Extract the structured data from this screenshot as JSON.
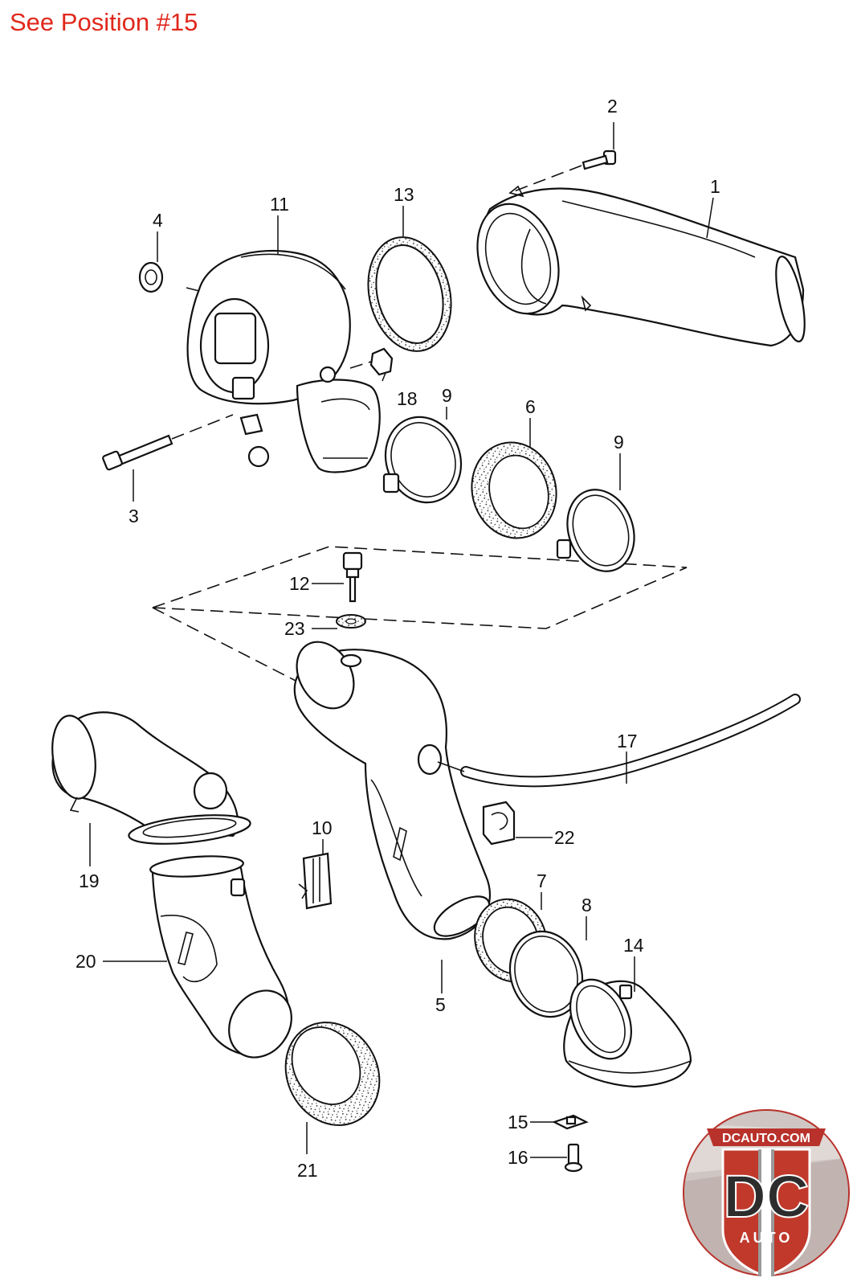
{
  "header": {
    "note": "See Position #15"
  },
  "callouts": [
    {
      "id": "1",
      "label": "1"
    },
    {
      "id": "2",
      "label": "2"
    },
    {
      "id": "3",
      "label": "3"
    },
    {
      "id": "4",
      "label": "4"
    },
    {
      "id": "5",
      "label": "5"
    },
    {
      "id": "6",
      "label": "6"
    },
    {
      "id": "7",
      "label": "7"
    },
    {
      "id": "8",
      "label": "8"
    },
    {
      "id": "9a",
      "label": "9"
    },
    {
      "id": "9b",
      "label": "9"
    },
    {
      "id": "10",
      "label": "10"
    },
    {
      "id": "11",
      "label": "11"
    },
    {
      "id": "12",
      "label": "12"
    },
    {
      "id": "13",
      "label": "13"
    },
    {
      "id": "14",
      "label": "14"
    },
    {
      "id": "15",
      "label": "15"
    },
    {
      "id": "16",
      "label": "16"
    },
    {
      "id": "17",
      "label": "17"
    },
    {
      "id": "18",
      "label": "18"
    },
    {
      "id": "19",
      "label": "19"
    },
    {
      "id": "20",
      "label": "20"
    },
    {
      "id": "21",
      "label": "21"
    },
    {
      "id": "22",
      "label": "22"
    },
    {
      "id": "23",
      "label": "23"
    }
  ],
  "logo": {
    "top_text": "DCAUTO.COM",
    "main_text": "DC",
    "sub_text": "AUTO",
    "colors": {
      "ring": "#b8312b",
      "badge": "#c0392b",
      "stripe_white": "#ffffff",
      "stripe_grey": "#9a9a9a"
    }
  }
}
